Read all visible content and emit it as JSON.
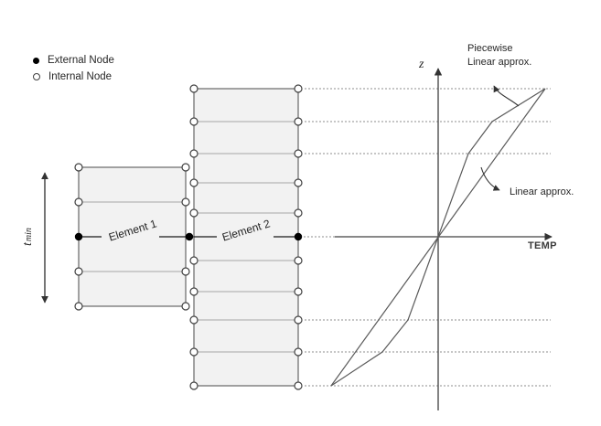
{
  "legend": {
    "items": [
      {
        "icon": "external-node",
        "label": "External Node"
      },
      {
        "icon": "internal-node",
        "label": "Internal Node"
      }
    ]
  },
  "elements": {
    "element1": {
      "label": "Element 1"
    },
    "element2": {
      "label": "Element 2"
    }
  },
  "dimension_label": {
    "base": "t",
    "sub": "min"
  },
  "axes": {
    "vertical": "z",
    "horizontal": "TEMP"
  },
  "annotations": {
    "piecewise": {
      "line1": "Piecewise",
      "line2": "Linear approx."
    },
    "linear": {
      "label": "Linear approx."
    }
  },
  "colors": {
    "background": "#ffffff",
    "element_fill": "#f2f2f2",
    "element_border": "#595959",
    "sublayer_line": "#a6a6a6",
    "midplane_line": "#1a1a1a",
    "node_fill": "#000000",
    "node_stroke": "#404040",
    "dotted_line": "#8c8c8c",
    "curve": "#595959",
    "text": "#262626"
  }
}
